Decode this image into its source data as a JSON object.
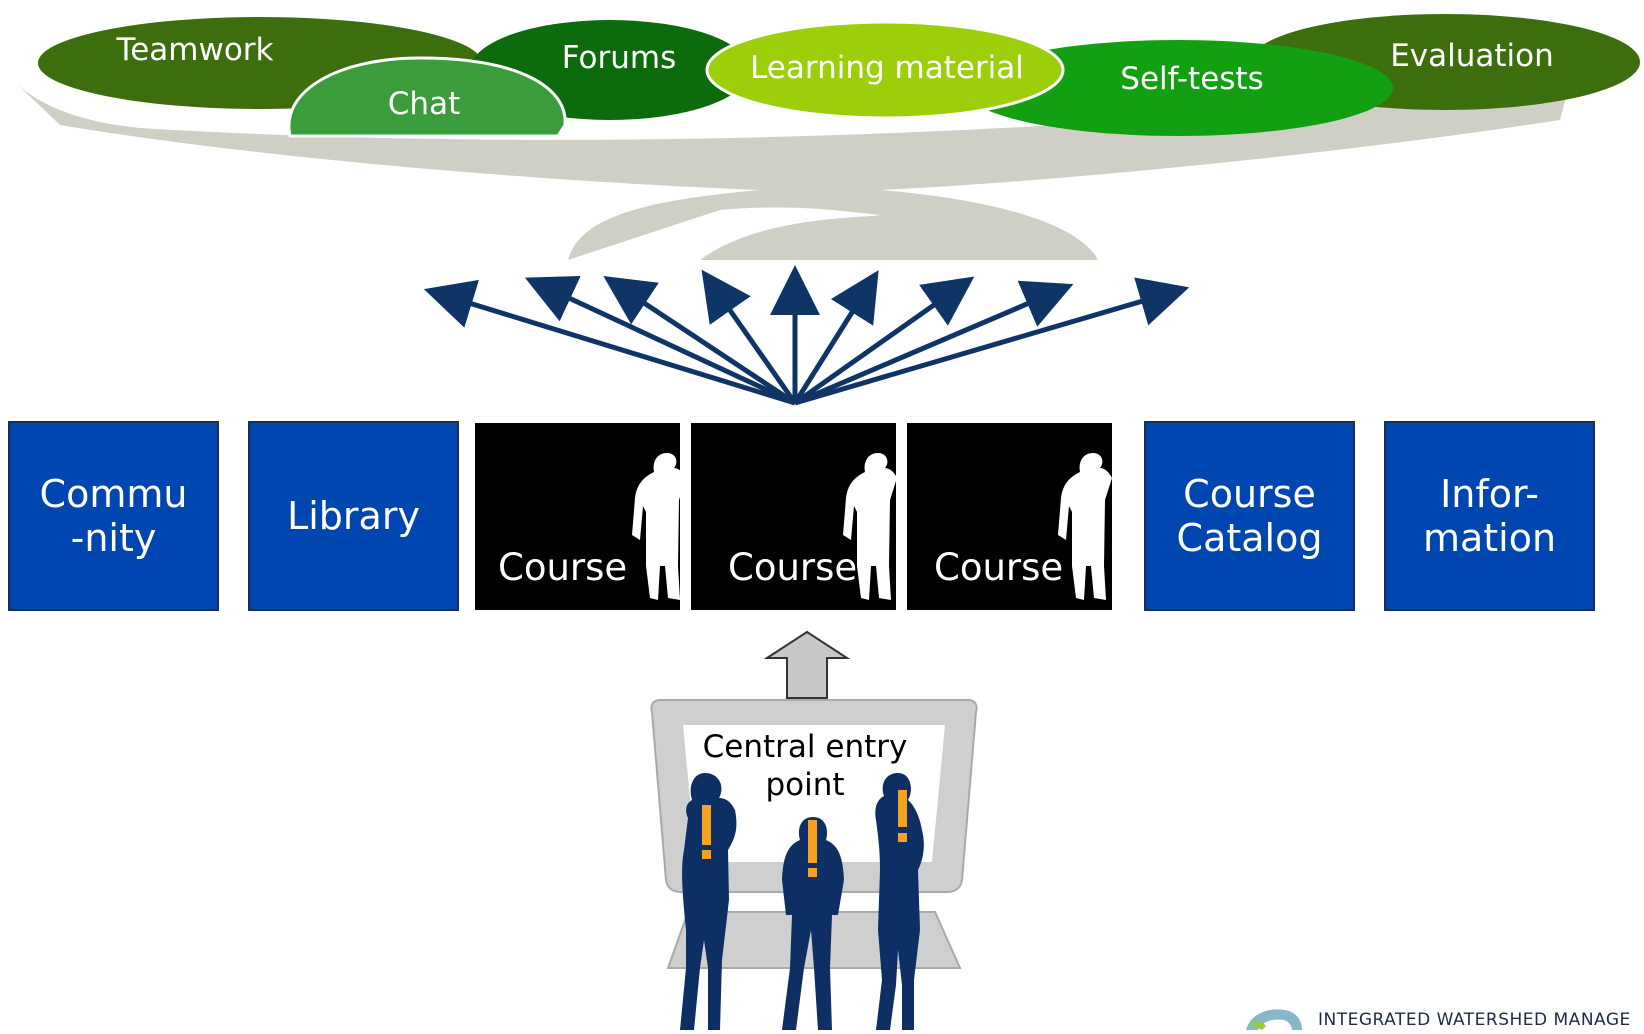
{
  "top_features": [
    {
      "label": "Teamwork",
      "color": "#3d6e0e"
    },
    {
      "label": "Forums",
      "color": "#0c6b0c"
    },
    {
      "label": "Learning material",
      "color": "#9ccf0a"
    },
    {
      "label": "Evaluation",
      "color": "#3d6e0e"
    },
    {
      "label": "Self-tests",
      "color": "#12a012"
    },
    {
      "label": "Chat",
      "color": "#3a9c3a"
    }
  ],
  "modules": {
    "community": "Commu\n-nity",
    "library": "Library",
    "courses": [
      "Course",
      "Course",
      "Course"
    ],
    "catalog": "Course\nCatalog",
    "information": "Infor-\nmation"
  },
  "entry": {
    "label": "Central entry\npoint",
    "exclamation": "!"
  },
  "logo": {
    "text": "INTEGRATED WATERSHED MANAGE",
    "icon": "watershed-logo-icon"
  },
  "colors": {
    "module_blue": "#0046b0",
    "course_black": "#000000",
    "arrow_navy": "#0f3566",
    "stand_grey": "#cfcfc6",
    "person_navy": "#0e2f63",
    "accent_orange": "#f4a21f"
  }
}
